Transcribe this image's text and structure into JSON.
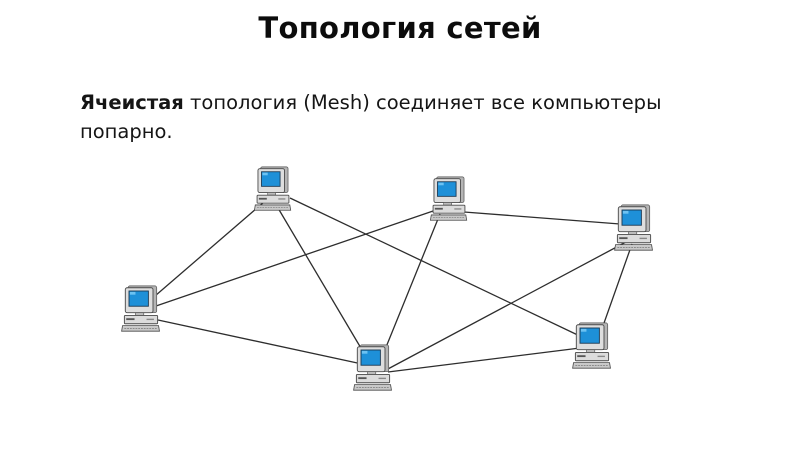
{
  "slide": {
    "title": "Топология сетей",
    "description": {
      "term": "Ячеистая",
      "rest": " топология (Mesh) соединяет все компьютеры попарно."
    }
  },
  "diagram": {
    "topology": "mesh",
    "node_icon": "desktop-computer-icon",
    "nodes": [
      {
        "id": "n1",
        "name": "computer-top-left"
      },
      {
        "id": "n2",
        "name": "computer-top-center"
      },
      {
        "id": "n3",
        "name": "computer-right"
      },
      {
        "id": "n4",
        "name": "computer-left"
      },
      {
        "id": "n5",
        "name": "computer-bottom-center"
      },
      {
        "id": "n6",
        "name": "computer-bottom-right"
      }
    ],
    "links": [
      [
        "n1",
        "n4"
      ],
      [
        "n1",
        "n5"
      ],
      [
        "n1",
        "n6"
      ],
      [
        "n2",
        "n4"
      ],
      [
        "n2",
        "n3"
      ],
      [
        "n2",
        "n5"
      ],
      [
        "n3",
        "n5"
      ],
      [
        "n3",
        "n6"
      ],
      [
        "n4",
        "n5"
      ],
      [
        "n5",
        "n6"
      ]
    ],
    "colors": {
      "screen": "#1e90d8",
      "case": "#d9d9d9",
      "line": "#2d2d2d"
    }
  }
}
